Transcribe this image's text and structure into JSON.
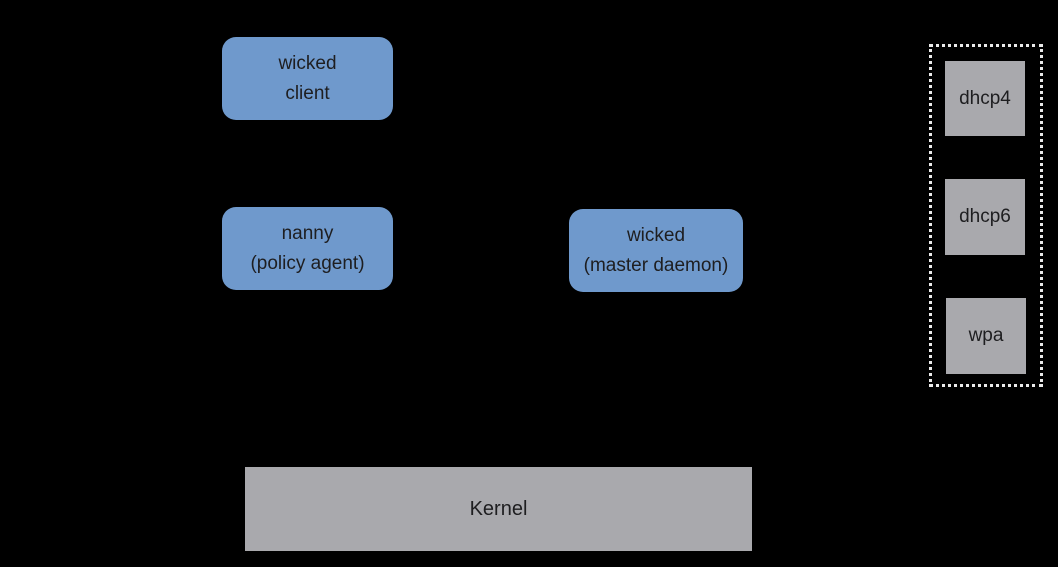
{
  "diagram": {
    "boxes": {
      "wicked_client": {
        "line1": "wicked",
        "line2": "client"
      },
      "nanny": {
        "line1": "nanny",
        "line2": "(policy agent)"
      },
      "wicked_master": {
        "line1": "wicked",
        "line2": "(master daemon)"
      },
      "kernel": {
        "label": "Kernel"
      }
    },
    "supplicants": {
      "items": [
        {
          "label": "dhcp4"
        },
        {
          "label": "dhcp6"
        },
        {
          "label": "wpa"
        }
      ]
    },
    "colors": {
      "background": "#000000",
      "node_blue": "#6f99cc",
      "node_gray": "#a9a9ad",
      "dotted_border": "#ebebeb",
      "text": "#1e1e20"
    }
  }
}
